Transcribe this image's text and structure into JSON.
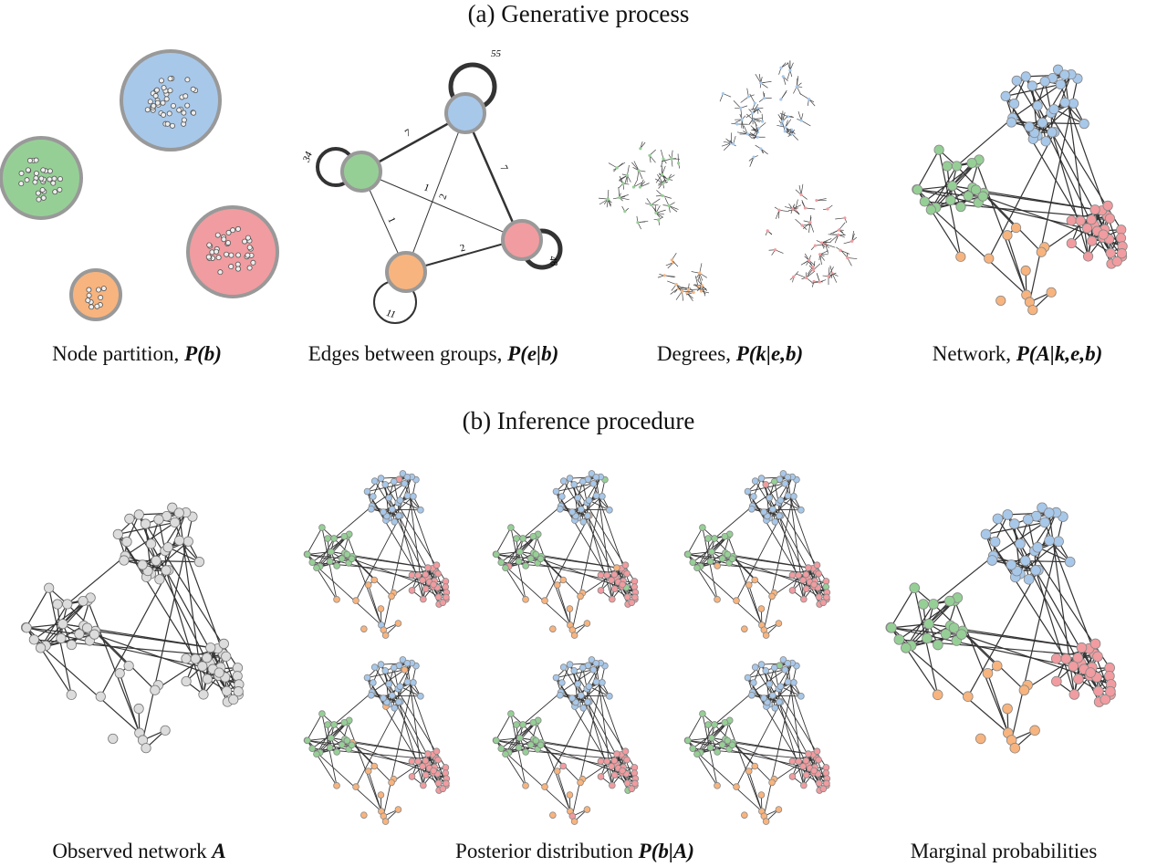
{
  "section_a": {
    "title": "(a) Generative process"
  },
  "section_b": {
    "title": "(b) Inference procedure"
  },
  "captions": {
    "partition": {
      "text": "Node partition, ",
      "math": "P(b)"
    },
    "edges": {
      "text": "Edges between groups, ",
      "math": "P(e|b)"
    },
    "degrees": {
      "text": "Degrees, ",
      "math": "P(k|e,b)"
    },
    "network": {
      "text": "Network, ",
      "math": "P(A|k,e,b)"
    },
    "observed": {
      "text": "Observed network ",
      "math": "A"
    },
    "posterior": {
      "text": "Posterior distribution ",
      "math": "P(b|A)"
    },
    "marginal": {
      "text": "Marginal probabilities"
    }
  },
  "groups": [
    {
      "id": "blue",
      "color": "#a8c8ea"
    },
    {
      "id": "green",
      "color": "#96cf96"
    },
    {
      "id": "red",
      "color": "#f19ca0"
    },
    {
      "id": "orange",
      "color": "#f8b47e"
    }
  ],
  "block_graph": {
    "self_loops": {
      "blue": "55",
      "green": "34",
      "red": "48",
      "orange": "11"
    },
    "edge_labels": {
      "green_blue": "7",
      "blue_red": "7",
      "green_red": "1",
      "blue_orange": "2",
      "green_orange": "1",
      "orange_red": "2"
    }
  }
}
